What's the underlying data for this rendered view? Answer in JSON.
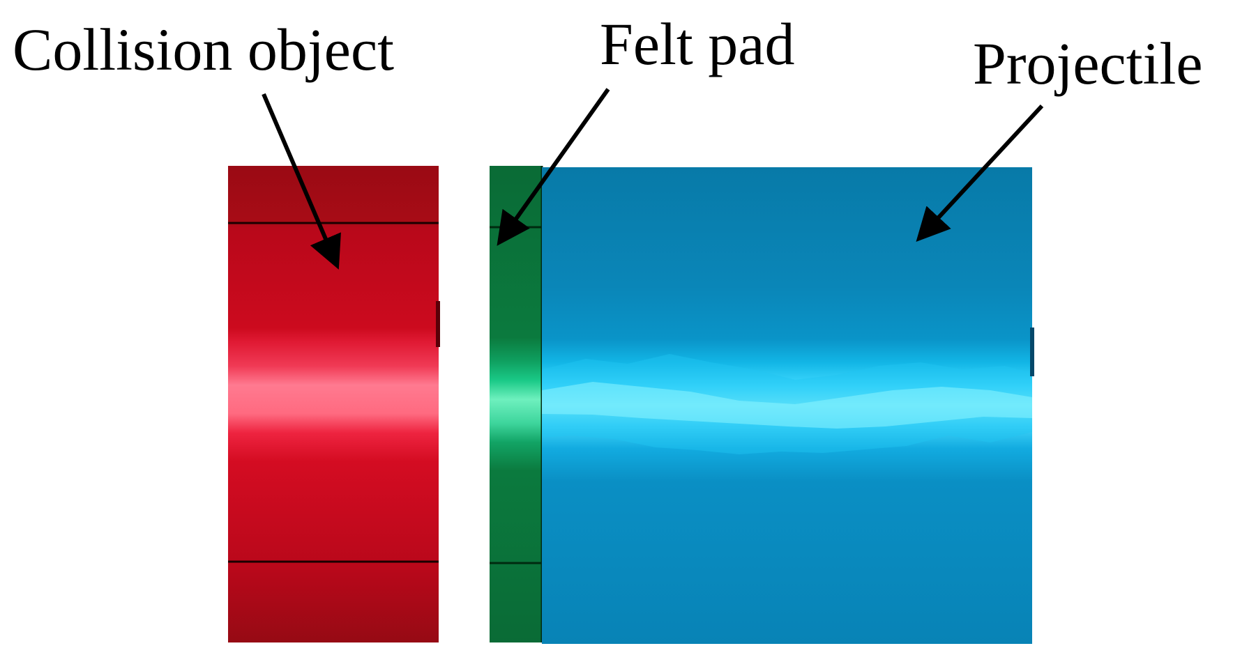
{
  "labels": {
    "collision_object": "Collision object",
    "felt_pad": "Felt pad",
    "projectile": "Projectile"
  },
  "colors": {
    "collision_object": "#c80018",
    "felt_pad": "#0b7a3e",
    "projectile": "#0a88c2",
    "arrow": "#000000"
  }
}
